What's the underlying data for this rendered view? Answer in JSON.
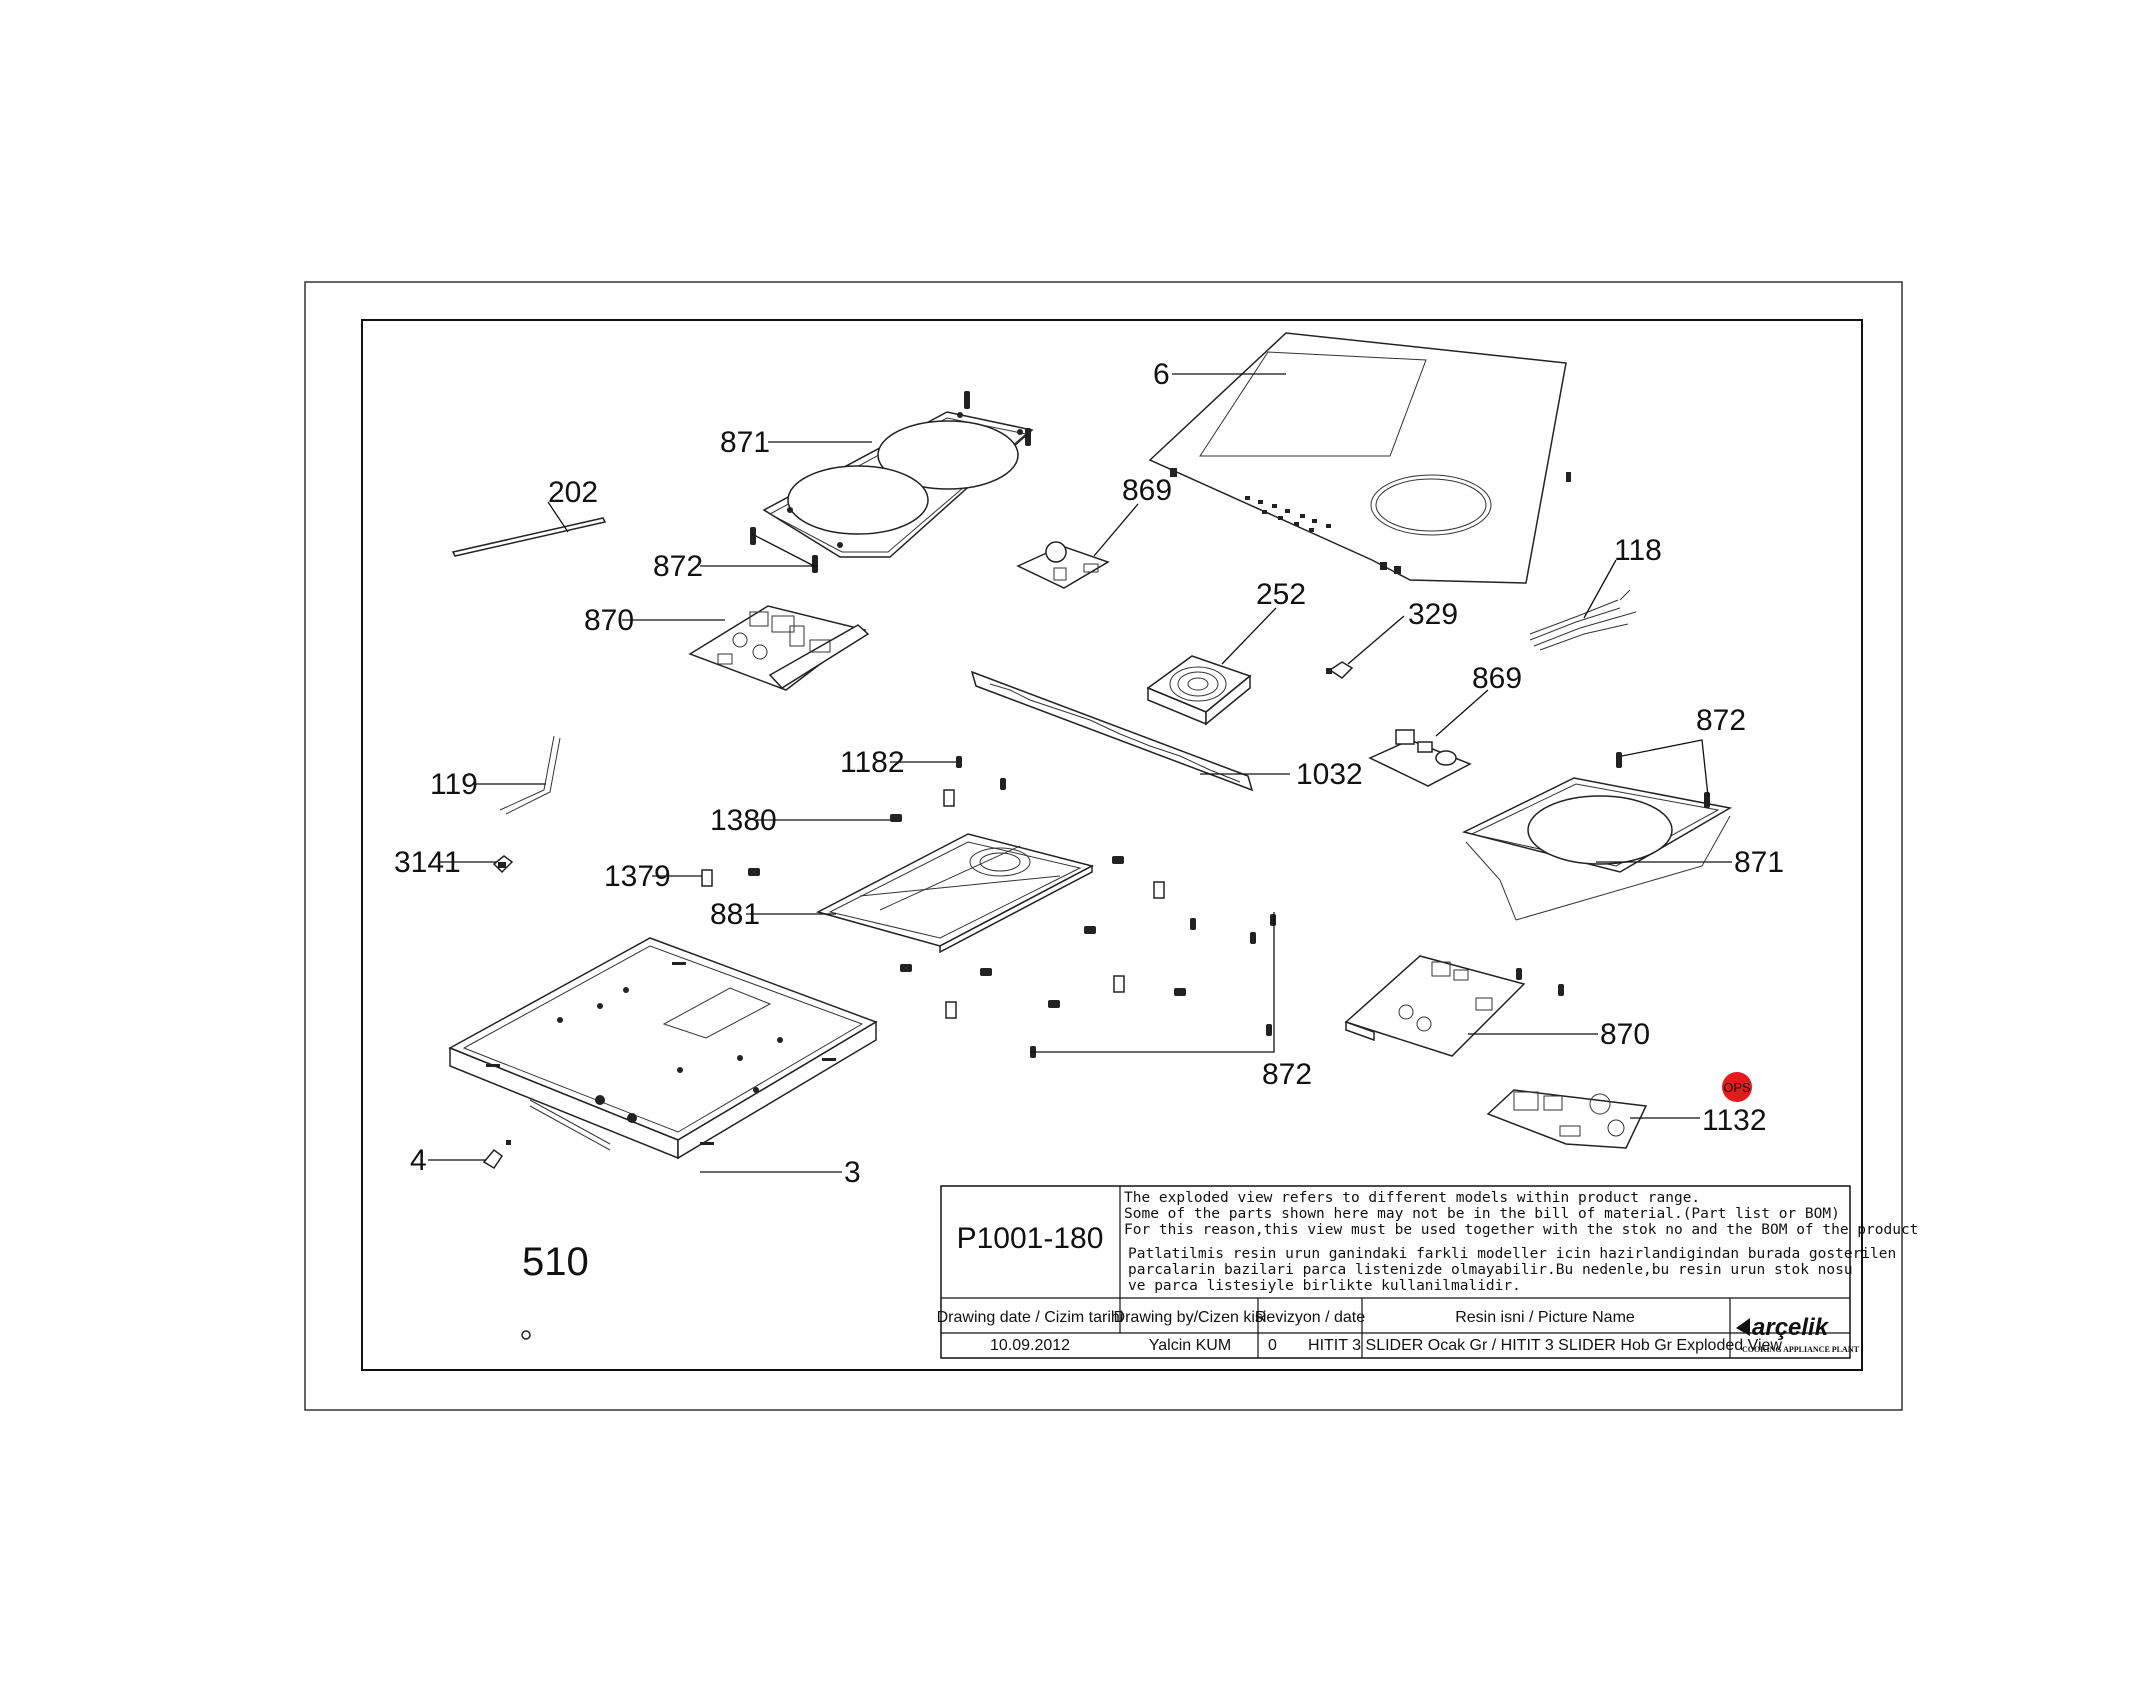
{
  "drawing": {
    "callouts": [
      {
        "id": "6",
        "text": "6"
      },
      {
        "id": "871a",
        "text": "871"
      },
      {
        "id": "869a",
        "text": "869"
      },
      {
        "id": "202",
        "text": "202"
      },
      {
        "id": "872a",
        "text": "872"
      },
      {
        "id": "870a",
        "text": "870"
      },
      {
        "id": "252",
        "text": "252"
      },
      {
        "id": "329",
        "text": "329"
      },
      {
        "id": "118",
        "text": "118"
      },
      {
        "id": "869b",
        "text": "869"
      },
      {
        "id": "872b",
        "text": "872"
      },
      {
        "id": "1182",
        "text": "1182"
      },
      {
        "id": "1032",
        "text": "1032"
      },
      {
        "id": "119",
        "text": "119"
      },
      {
        "id": "1380",
        "text": "1380"
      },
      {
        "id": "3141",
        "text": "3141"
      },
      {
        "id": "1379",
        "text": "1379"
      },
      {
        "id": "881",
        "text": "881"
      },
      {
        "id": "871b",
        "text": "871"
      },
      {
        "id": "870b",
        "text": "870"
      },
      {
        "id": "872c",
        "text": "872"
      },
      {
        "id": "1132",
        "text": "1132"
      },
      {
        "id": "4",
        "text": "4"
      },
      {
        "id": "3",
        "text": "3"
      },
      {
        "id": "510",
        "text": "510"
      }
    ],
    "ops_badge": "OPS",
    "colors": {
      "ops_badge": "#e31b1b",
      "line": "#111111"
    }
  },
  "title_block": {
    "drawing_no": "P1001-180",
    "notice_en": [
      "The exploded view refers to different models within product range.",
      "Some of the parts shown here may not be in the bill of material.(Part list or BOM)",
      "For this reason,this view must be used together with the stok no and the BOM of the product"
    ],
    "notice_tr": [
      "Patlatilmis resin urun ganindaki farkli modeller icin hazirlandigindan burada gosterilen",
      "parcalarin bazilari parca listenizde olmayabilir.Bu nedenle,bu resin urun stok nosu",
      "ve parca listesiyle birlikte kullanilmalidir."
    ],
    "headers": {
      "date": "Drawing date / Cizim tarihi",
      "drawn_by": "Drawing by/Cizen kisi",
      "revision": "Revizyon / date",
      "picture_name": "Resin isni / Picture Name"
    },
    "values": {
      "date": "10.09.2012",
      "drawn_by": "Yalcin KUM",
      "revision": "0",
      "picture_name": "HITIT 3 SLIDER Ocak Gr / HITIT 3 SLIDER Hob Gr Exploded View"
    },
    "logo": {
      "brand": "arçelik",
      "tagline": "COOKING APPLIANCE PLANT"
    }
  }
}
